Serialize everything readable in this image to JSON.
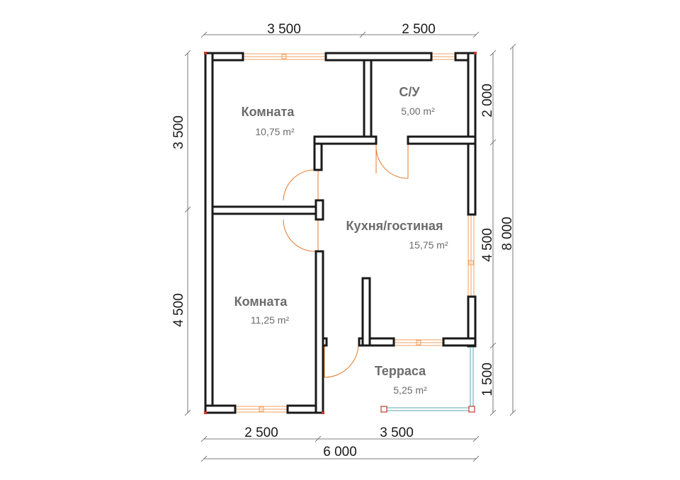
{
  "dimensions": {
    "top_left": "3 500",
    "top_right": "2 500",
    "left_upper": "3 500",
    "left_lower": "4 500",
    "right_1": "2 000",
    "right_2": "4 500",
    "right_3": "1 500",
    "right_total": "8 000",
    "bottom_left": "2 500",
    "bottom_right": "3 500",
    "bottom_total": "6 000"
  },
  "rooms": [
    {
      "name": "Комната",
      "area": "10,75 m²"
    },
    {
      "name": "С/У",
      "area": "5,00 m²"
    },
    {
      "name": "Кухня/гостиная",
      "area": "15,75 m²"
    },
    {
      "name": "Комната",
      "area": "11,25 m²"
    },
    {
      "name": "Терраса",
      "area": "5,25 m²"
    }
  ],
  "colors": {
    "wall": "#1a1a1a",
    "window": "#f0a060",
    "door": "#e07828",
    "corner": "#c0392b",
    "railing": "#5aa6b0",
    "label": "#6b6b6b"
  }
}
